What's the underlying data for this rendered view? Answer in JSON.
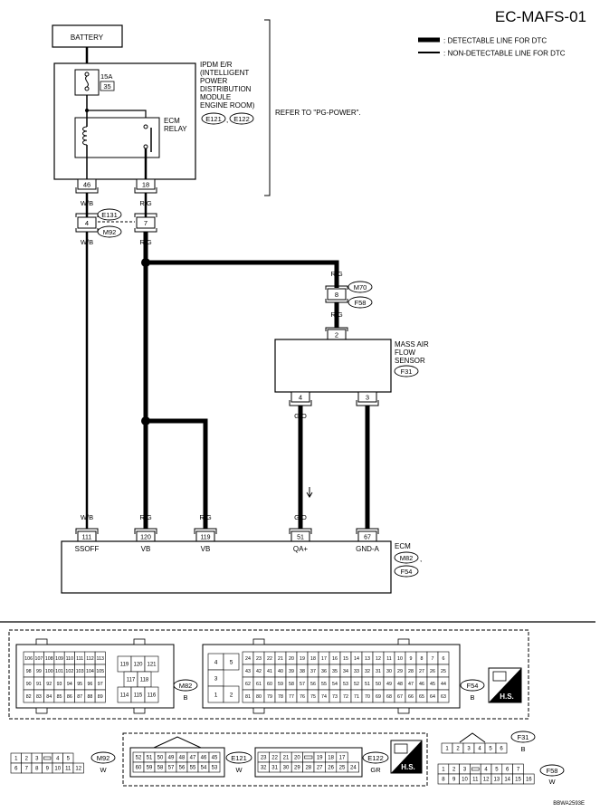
{
  "page_code": "EC-MAFS-01",
  "image_code": "BBWA2593E",
  "legend": {
    "detectable": ": DETECTABLE LINE FOR DTC",
    "non_detectable": ": NON-DETECTABLE LINE FOR DTC"
  },
  "battery": "BATTERY",
  "ipdm": {
    "lines": [
      "IPDM E/R",
      "(INTELLIGENT",
      "POWER",
      "DISTRIBUTION",
      "MODULE",
      "ENGINE ROOM)"
    ],
    "connectors": [
      "E121",
      "E122"
    ],
    "connector_sep": ",",
    "fuse_rating": "15A",
    "fuse_number": "35",
    "relay_lines": [
      "ECM",
      "RELAY"
    ],
    "pins": [
      "46",
      "18"
    ]
  },
  "refer_note": "REFER TO \"PG-POWER\".",
  "joint1": {
    "pins": [
      "4",
      "7"
    ],
    "connectors": [
      "E131",
      "M92"
    ]
  },
  "joint2": {
    "pin": "8",
    "connectors": [
      "M70",
      "F58"
    ]
  },
  "maf": {
    "lines": [
      "MASS AIR",
      "FLOW",
      "SENSOR"
    ],
    "connector": "F31",
    "pins": [
      "2",
      "4",
      "3"
    ]
  },
  "ecm": {
    "label": "ECM",
    "connectors": [
      "M82",
      "F54"
    ],
    "connector_sep": ",",
    "pins": [
      "111",
      "120",
      "119",
      "51",
      "67"
    ],
    "terminals": [
      "SSOFF",
      "VB",
      "VB",
      "QA+",
      "GND-A"
    ]
  },
  "wires": {
    "wb": "W/B",
    "rg": "R/G",
    "go": "G/O",
    "b": "B"
  },
  "connectors_section": {
    "m82": {
      "id": "M82",
      "color": "B",
      "rows_a": [
        [
          "106",
          "107",
          "108",
          "109",
          "110",
          "111",
          "112",
          "113"
        ],
        [
          "98",
          "99",
          "100",
          "101",
          "102",
          "103",
          "104",
          "105"
        ],
        [
          "90",
          "91",
          "92",
          "93",
          "94",
          "95",
          "96",
          "97"
        ],
        [
          "82",
          "83",
          "84",
          "85",
          "86",
          "87",
          "88",
          "89"
        ]
      ],
      "rows_b": [
        [
          "119",
          "120",
          "121"
        ],
        [
          "117",
          "118"
        ],
        [
          "114",
          "115",
          "116"
        ]
      ]
    },
    "f54": {
      "id": "F54",
      "color": "B",
      "rows_a": [
        [
          "4",
          "5"
        ],
        [
          "3"
        ],
        [
          "1",
          "2"
        ]
      ],
      "rows_b": [
        [
          "24",
          "23",
          "22",
          "21",
          "20",
          "19",
          "18",
          "17",
          "16",
          "15",
          "14",
          "13",
          "12",
          "11",
          "10",
          "9",
          "8",
          "7",
          "6"
        ],
        [
          "43",
          "42",
          "41",
          "40",
          "39",
          "38",
          "37",
          "36",
          "35",
          "34",
          "33",
          "32",
          "31",
          "30",
          "29",
          "28",
          "27",
          "26",
          "25"
        ],
        [
          "62",
          "61",
          "60",
          "59",
          "58",
          "57",
          "56",
          "55",
          "54",
          "53",
          "52",
          "51",
          "50",
          "49",
          "48",
          "47",
          "46",
          "45",
          "44"
        ],
        [
          "81",
          "80",
          "79",
          "78",
          "77",
          "76",
          "75",
          "74",
          "73",
          "72",
          "71",
          "70",
          "69",
          "68",
          "67",
          "66",
          "65",
          "64",
          "63"
        ]
      ]
    },
    "m92": {
      "id": "M92",
      "color": "W",
      "rows": [
        [
          "1",
          "2",
          "3",
          "",
          "4",
          "5"
        ],
        [
          "6",
          "7",
          "8",
          "9",
          "10",
          "11",
          "12"
        ]
      ]
    },
    "e121": {
      "id": "E121",
      "color": "W",
      "rows": [
        [
          "52",
          "51",
          "50",
          "49",
          "48",
          "47",
          "46",
          "45"
        ],
        [
          "60",
          "59",
          "58",
          "57",
          "56",
          "55",
          "54",
          "53"
        ]
      ]
    },
    "e122": {
      "id": "E122",
      "color": "GR",
      "rows": [
        [
          "23",
          "22",
          "21",
          "20",
          "",
          "19",
          "18",
          "17"
        ],
        [
          "32",
          "31",
          "30",
          "29",
          "28",
          "27",
          "26",
          "25",
          "24"
        ]
      ]
    },
    "f31": {
      "id": "F31",
      "color": "B",
      "rows": [
        [
          "1",
          "2",
          "3",
          "4",
          "5",
          "6"
        ]
      ]
    },
    "f58": {
      "id": "F58",
      "color": "W",
      "rows": [
        [
          "1",
          "2",
          "3",
          "",
          "4",
          "5",
          "6",
          "7"
        ],
        [
          "8",
          "9",
          "10",
          "11",
          "12",
          "13",
          "14",
          "15",
          "16"
        ]
      ]
    },
    "hs_label": "H.S."
  }
}
